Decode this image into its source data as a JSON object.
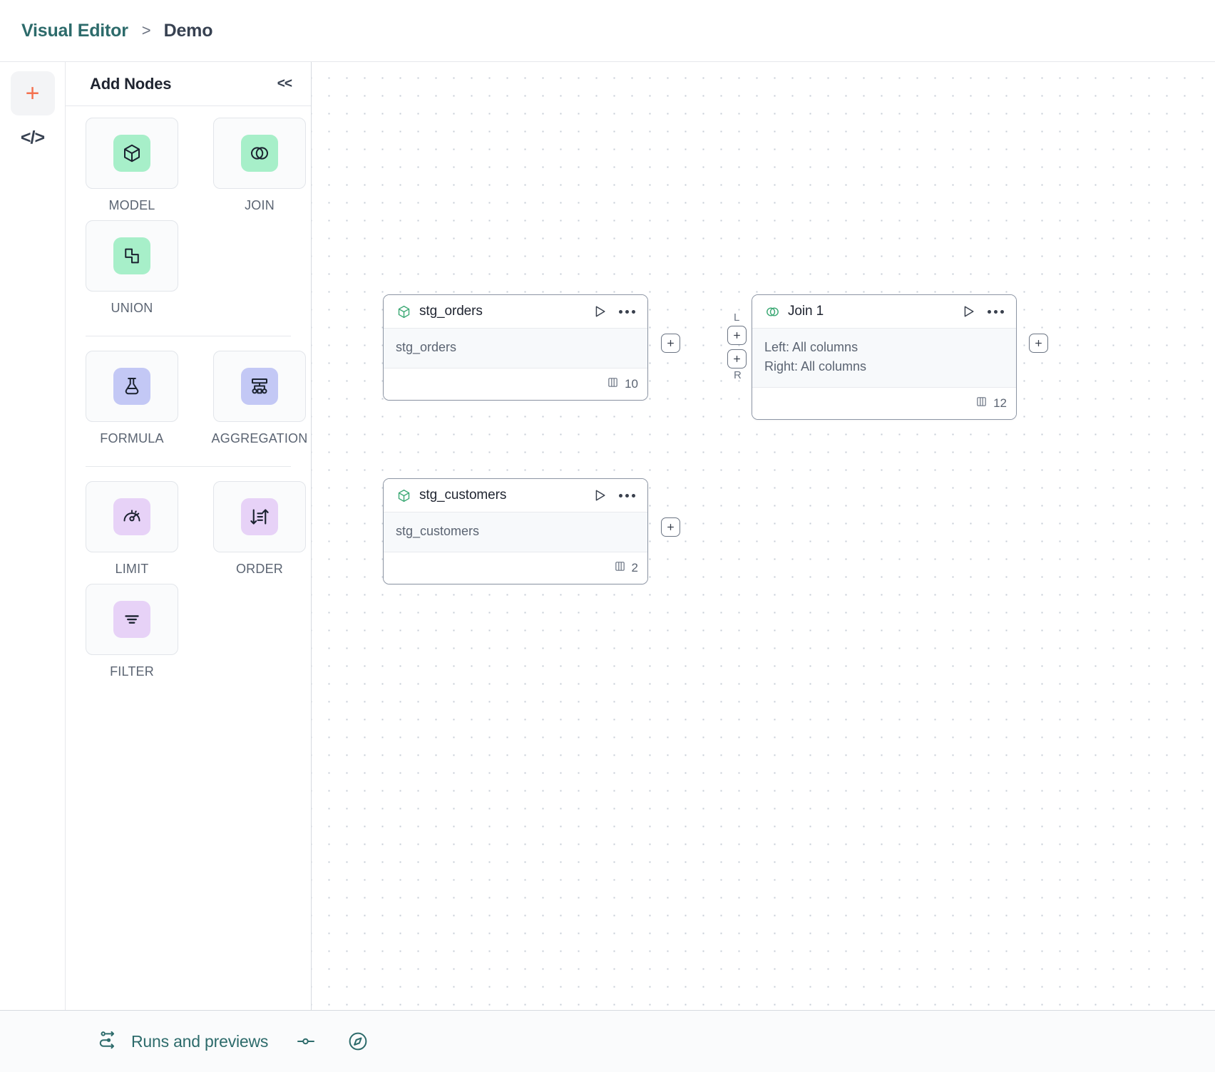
{
  "header": {
    "breadcrumb_root": "Visual Editor",
    "breadcrumb_separator": ">",
    "breadcrumb_leaf": "Demo"
  },
  "rail": {
    "add_icon": "plus-icon",
    "code_icon": "code-icon",
    "code_label": "</>",
    "plus_label": "+",
    "accent_color": "#f4714f"
  },
  "panel": {
    "title": "Add Nodes",
    "collapse_label": "<<",
    "groups": [
      {
        "name": "sources",
        "items": [
          {
            "label": "MODEL",
            "icon": "cube-icon",
            "swatch": "#a7efc9"
          },
          {
            "label": "JOIN",
            "icon": "venn-icon",
            "swatch": "#a7efc9"
          },
          {
            "label": "UNION",
            "icon": "union-shapes-icon",
            "swatch": "#a7efc9"
          }
        ]
      },
      {
        "name": "transforms",
        "items": [
          {
            "label": "FORMULA",
            "icon": "flask-icon",
            "swatch": "#c3c8f5"
          },
          {
            "label": "AGGREGATION",
            "icon": "aggregation-icon",
            "swatch": "#c3c8f5"
          }
        ]
      },
      {
        "name": "modifiers",
        "items": [
          {
            "label": "LIMIT",
            "icon": "limit-gauge-icon",
            "swatch": "#e7d2f7"
          },
          {
            "label": "ORDER",
            "icon": "sort-icon",
            "swatch": "#e7d2f7"
          },
          {
            "label": "FILTER",
            "icon": "filter-icon",
            "swatch": "#e7d2f7"
          }
        ]
      }
    ]
  },
  "canvas": {
    "nodes": [
      {
        "id": "stg_orders",
        "title": "stg_orders",
        "icon": "cube-icon",
        "subtitle": "stg_orders",
        "column_count": "10",
        "columns_icon": "columns-icon",
        "run_icon": "play-icon",
        "menu_icon": "more-horizontal-icon"
      },
      {
        "id": "stg_customers",
        "title": "stg_customers",
        "icon": "cube-icon",
        "subtitle": "stg_customers",
        "column_count": "2",
        "columns_icon": "columns-icon",
        "run_icon": "play-icon",
        "menu_icon": "more-horizontal-icon"
      },
      {
        "id": "join_1",
        "title": "Join 1",
        "icon": "venn-icon",
        "line_left": "Left: All columns",
        "line_right": "Right: All columns",
        "column_count": "12",
        "columns_icon": "columns-icon",
        "run_icon": "play-icon",
        "menu_icon": "more-horizontal-icon"
      }
    ],
    "handles": {
      "plus_label": "+",
      "left_tag": "L",
      "right_tag": "R"
    }
  },
  "footer": {
    "runs_label": "Runs and previews",
    "runs_icon": "flow-run-icon",
    "toggle_icon": "slider-toggle-icon",
    "compass_icon": "compass-icon"
  }
}
